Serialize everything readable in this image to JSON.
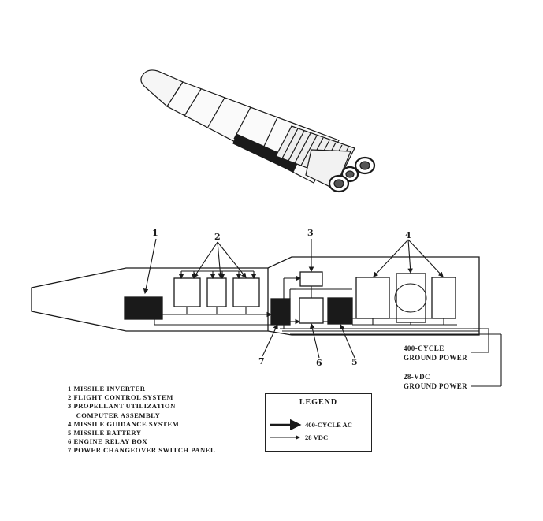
{
  "callouts": [
    "1",
    "2",
    "3",
    "4",
    "5",
    "6",
    "7"
  ],
  "ground_labels": {
    "ac_line1": "400-CYCLE",
    "ac_line2": "GROUND POWER",
    "dc_line1": "28-VDC",
    "dc_line2": "GROUND POWER"
  },
  "component_list": [
    "1  MISSILE INVERTER",
    "2  FLIGHT CONTROL SYSTEM",
    "3  PROPELLANT UTILIZATION",
    "    COMPUTER ASSEMBLY",
    "4  MISSILE GUIDANCE SYSTEM",
    "5  MISSILE BATTERY",
    "6  ENGINE RELAY BOX",
    "7  POWER CHANGEOVER SWITCH PANEL"
  ],
  "legend": {
    "title": "LEGEND",
    "ac": "400-CYCLE AC",
    "dc": "28 VDC"
  }
}
